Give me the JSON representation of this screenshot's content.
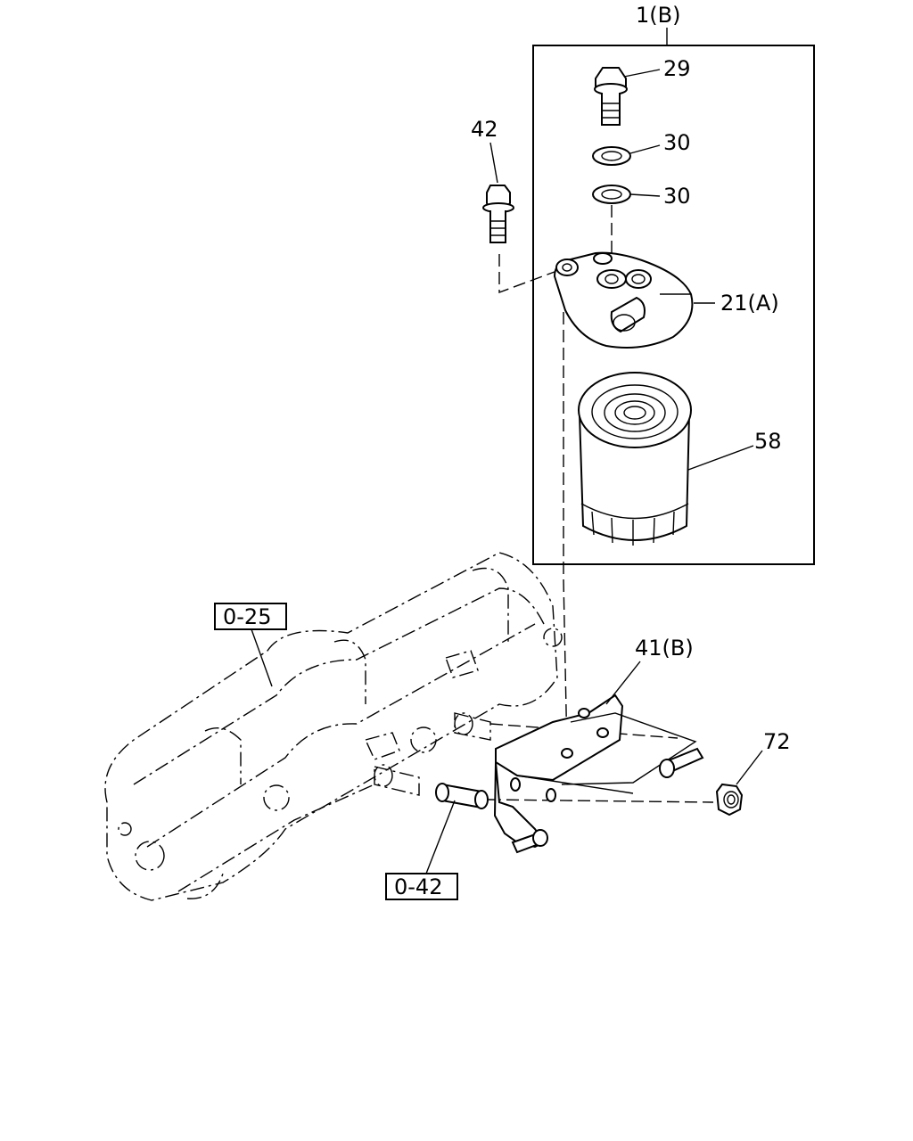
{
  "diagram": {
    "callouts": {
      "assembly": "1(B)",
      "bolt_29": "29",
      "washer_30_upper": "30",
      "washer_30_lower": "30",
      "bolt_42": "42",
      "filter_head": "21(A)",
      "filter_cartridge": "58",
      "bracket": "41(B)",
      "nut": "72"
    },
    "references": {
      "ref_025": "0-25",
      "ref_042": "0-42"
    }
  }
}
